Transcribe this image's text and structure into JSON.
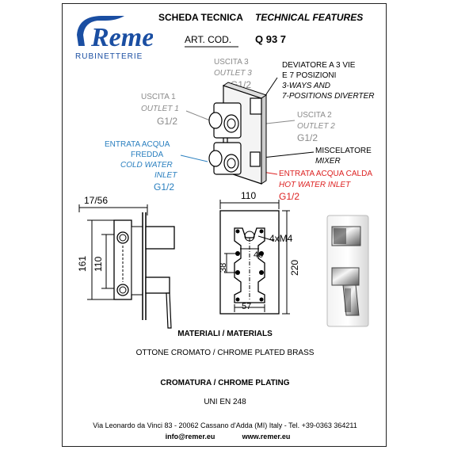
{
  "header": {
    "brand_name": "Remer",
    "brand_sub": "RUBINETTERIE",
    "title_it": "SCHEDA TECNICA",
    "title_en": "TECHNICAL FEATURES",
    "art_label": "ART. COD.",
    "art_code": "Q 93 7"
  },
  "labels": {
    "uscita3": "USCITA 3",
    "outlet3": "OUTLET 3",
    "g_out3": "G1/2",
    "deviatore_it1": "DEVIATORE A 3 VIE",
    "deviatore_it2": "E 7 POSIZIONI",
    "deviatore_en1": "3-WAYS AND",
    "deviatore_en2": "7-POSITIONS DIVERTER",
    "uscita1": "USCITA 1",
    "outlet1": "OUTLET 1",
    "g_out1": "G1/2",
    "uscita2": "USCITA 2",
    "outlet2": "OUTLET 2",
    "g_out2": "G1/2",
    "entrata_fredda_1": "ENTRATA ACQUA",
    "entrata_fredda_2": "FREDDA",
    "cold_1": "COLD WATER",
    "cold_2": "INLET",
    "g_cold": "G1/2",
    "miscelatore": "MISCELATORE",
    "mixer": "MIXER",
    "entrata_calda": "ENTRATA ACQUA CALDA",
    "hot_inlet": "HOT WATER INLET",
    "g_hot": "G1/2"
  },
  "dimensions": {
    "d_17_56": "17/56",
    "d_161": "161",
    "d_110_side": "110",
    "d_110_top": "110",
    "d_4xm4": "4xM4",
    "d_40": "40",
    "d_38": "38",
    "d_220": "220",
    "d_57": "57"
  },
  "materials": {
    "materials_title": "MATERIALI / MATERIALS",
    "materials_value": "OTTONE CROMATO / CHROME PLATED BRASS",
    "plating_title": "CROMATURA / CHROME PLATING",
    "plating_value": "UNI EN 248"
  },
  "footer": {
    "address": "Via Leonardo da Vinci 83 - 20062 Cassano d'Adda (MI) Italy - Tel. +39-0363 364211",
    "email": "info@remer.eu",
    "web": "www.remer.eu"
  },
  "colors": {
    "brand_blue": "#1a4ea2",
    "cold_blue": "#2a7fbf",
    "hot_red": "#dd2222",
    "gray_text": "#8a8a8a"
  }
}
